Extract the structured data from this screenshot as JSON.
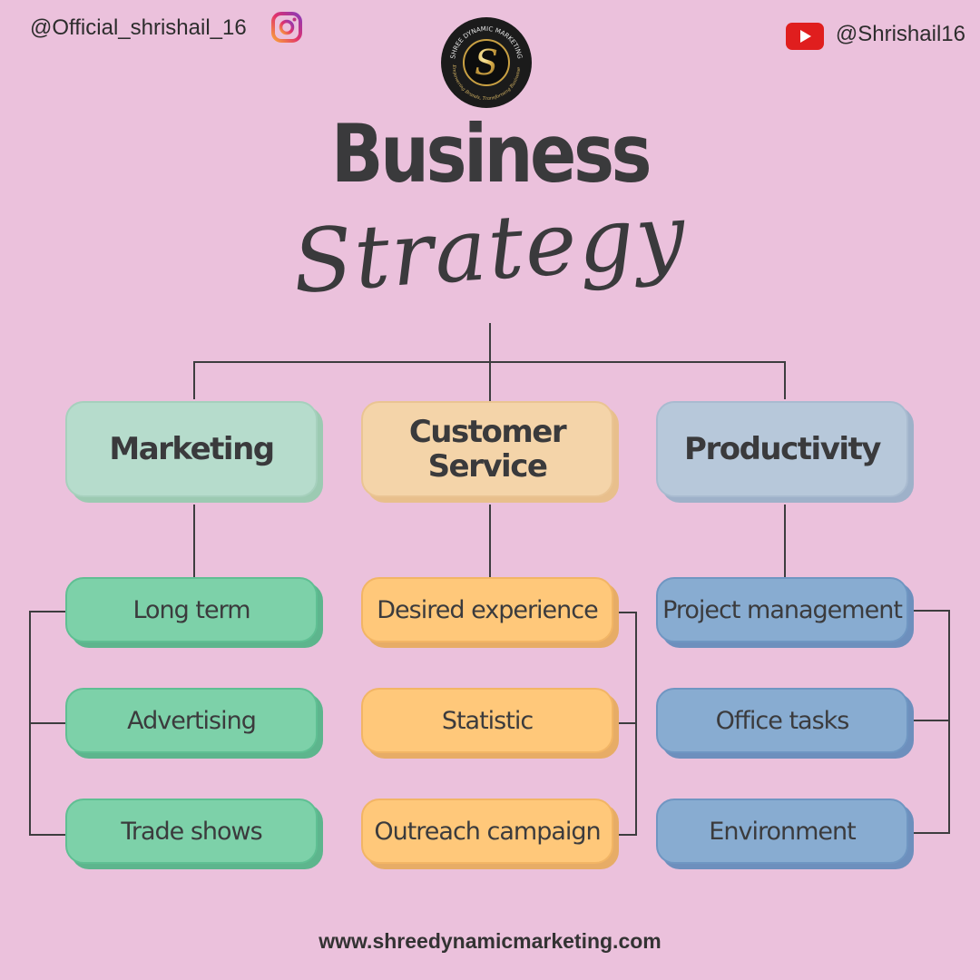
{
  "social": {
    "instagram_handle": "@Official_shrishail_16",
    "youtube_handle": "@Shrishail16",
    "instagram_icon": "instagram-icon",
    "youtube_icon": "youtube-icon"
  },
  "logo": {
    "brand": "SHREE DYNAMIC MARKETING",
    "tagline": "Empowering Brands, Transforming Businesses",
    "letter": "S"
  },
  "title": "Business",
  "subtitle": "Strategy",
  "branches": [
    {
      "name": "Marketing",
      "items": [
        "Long term",
        "Advertising",
        "Trade shows"
      ]
    },
    {
      "name": "Customer Service",
      "name_lines": [
        "Customer",
        "Service"
      ],
      "items": [
        "Desired experience",
        "Statistic",
        "Outreach campaign"
      ]
    },
    {
      "name": "Productivity",
      "items": [
        "Project management",
        "Office tasks",
        "Environment"
      ]
    }
  ],
  "footer": "www.shreedynamicmarketing.com",
  "colors": {
    "background": "#ebc1dc",
    "marketing": "#7dd1a9",
    "customer_service": "#ffc87a",
    "productivity": "#88acd1",
    "text": "#3a3a3c"
  }
}
